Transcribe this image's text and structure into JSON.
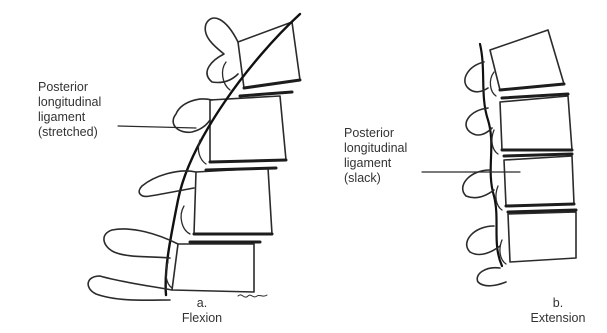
{
  "figure": {
    "flexion": {
      "label_lines": [
        "Posterior",
        "longitudinal",
        "ligament",
        "(stretched)"
      ],
      "caption_letter": "a.",
      "caption_text": "Flexion"
    },
    "extension": {
      "label_lines": [
        "Posterior",
        "longitudinal",
        "ligament",
        "(slack)"
      ],
      "caption_letter": "b.",
      "caption_text": "Extension"
    }
  }
}
